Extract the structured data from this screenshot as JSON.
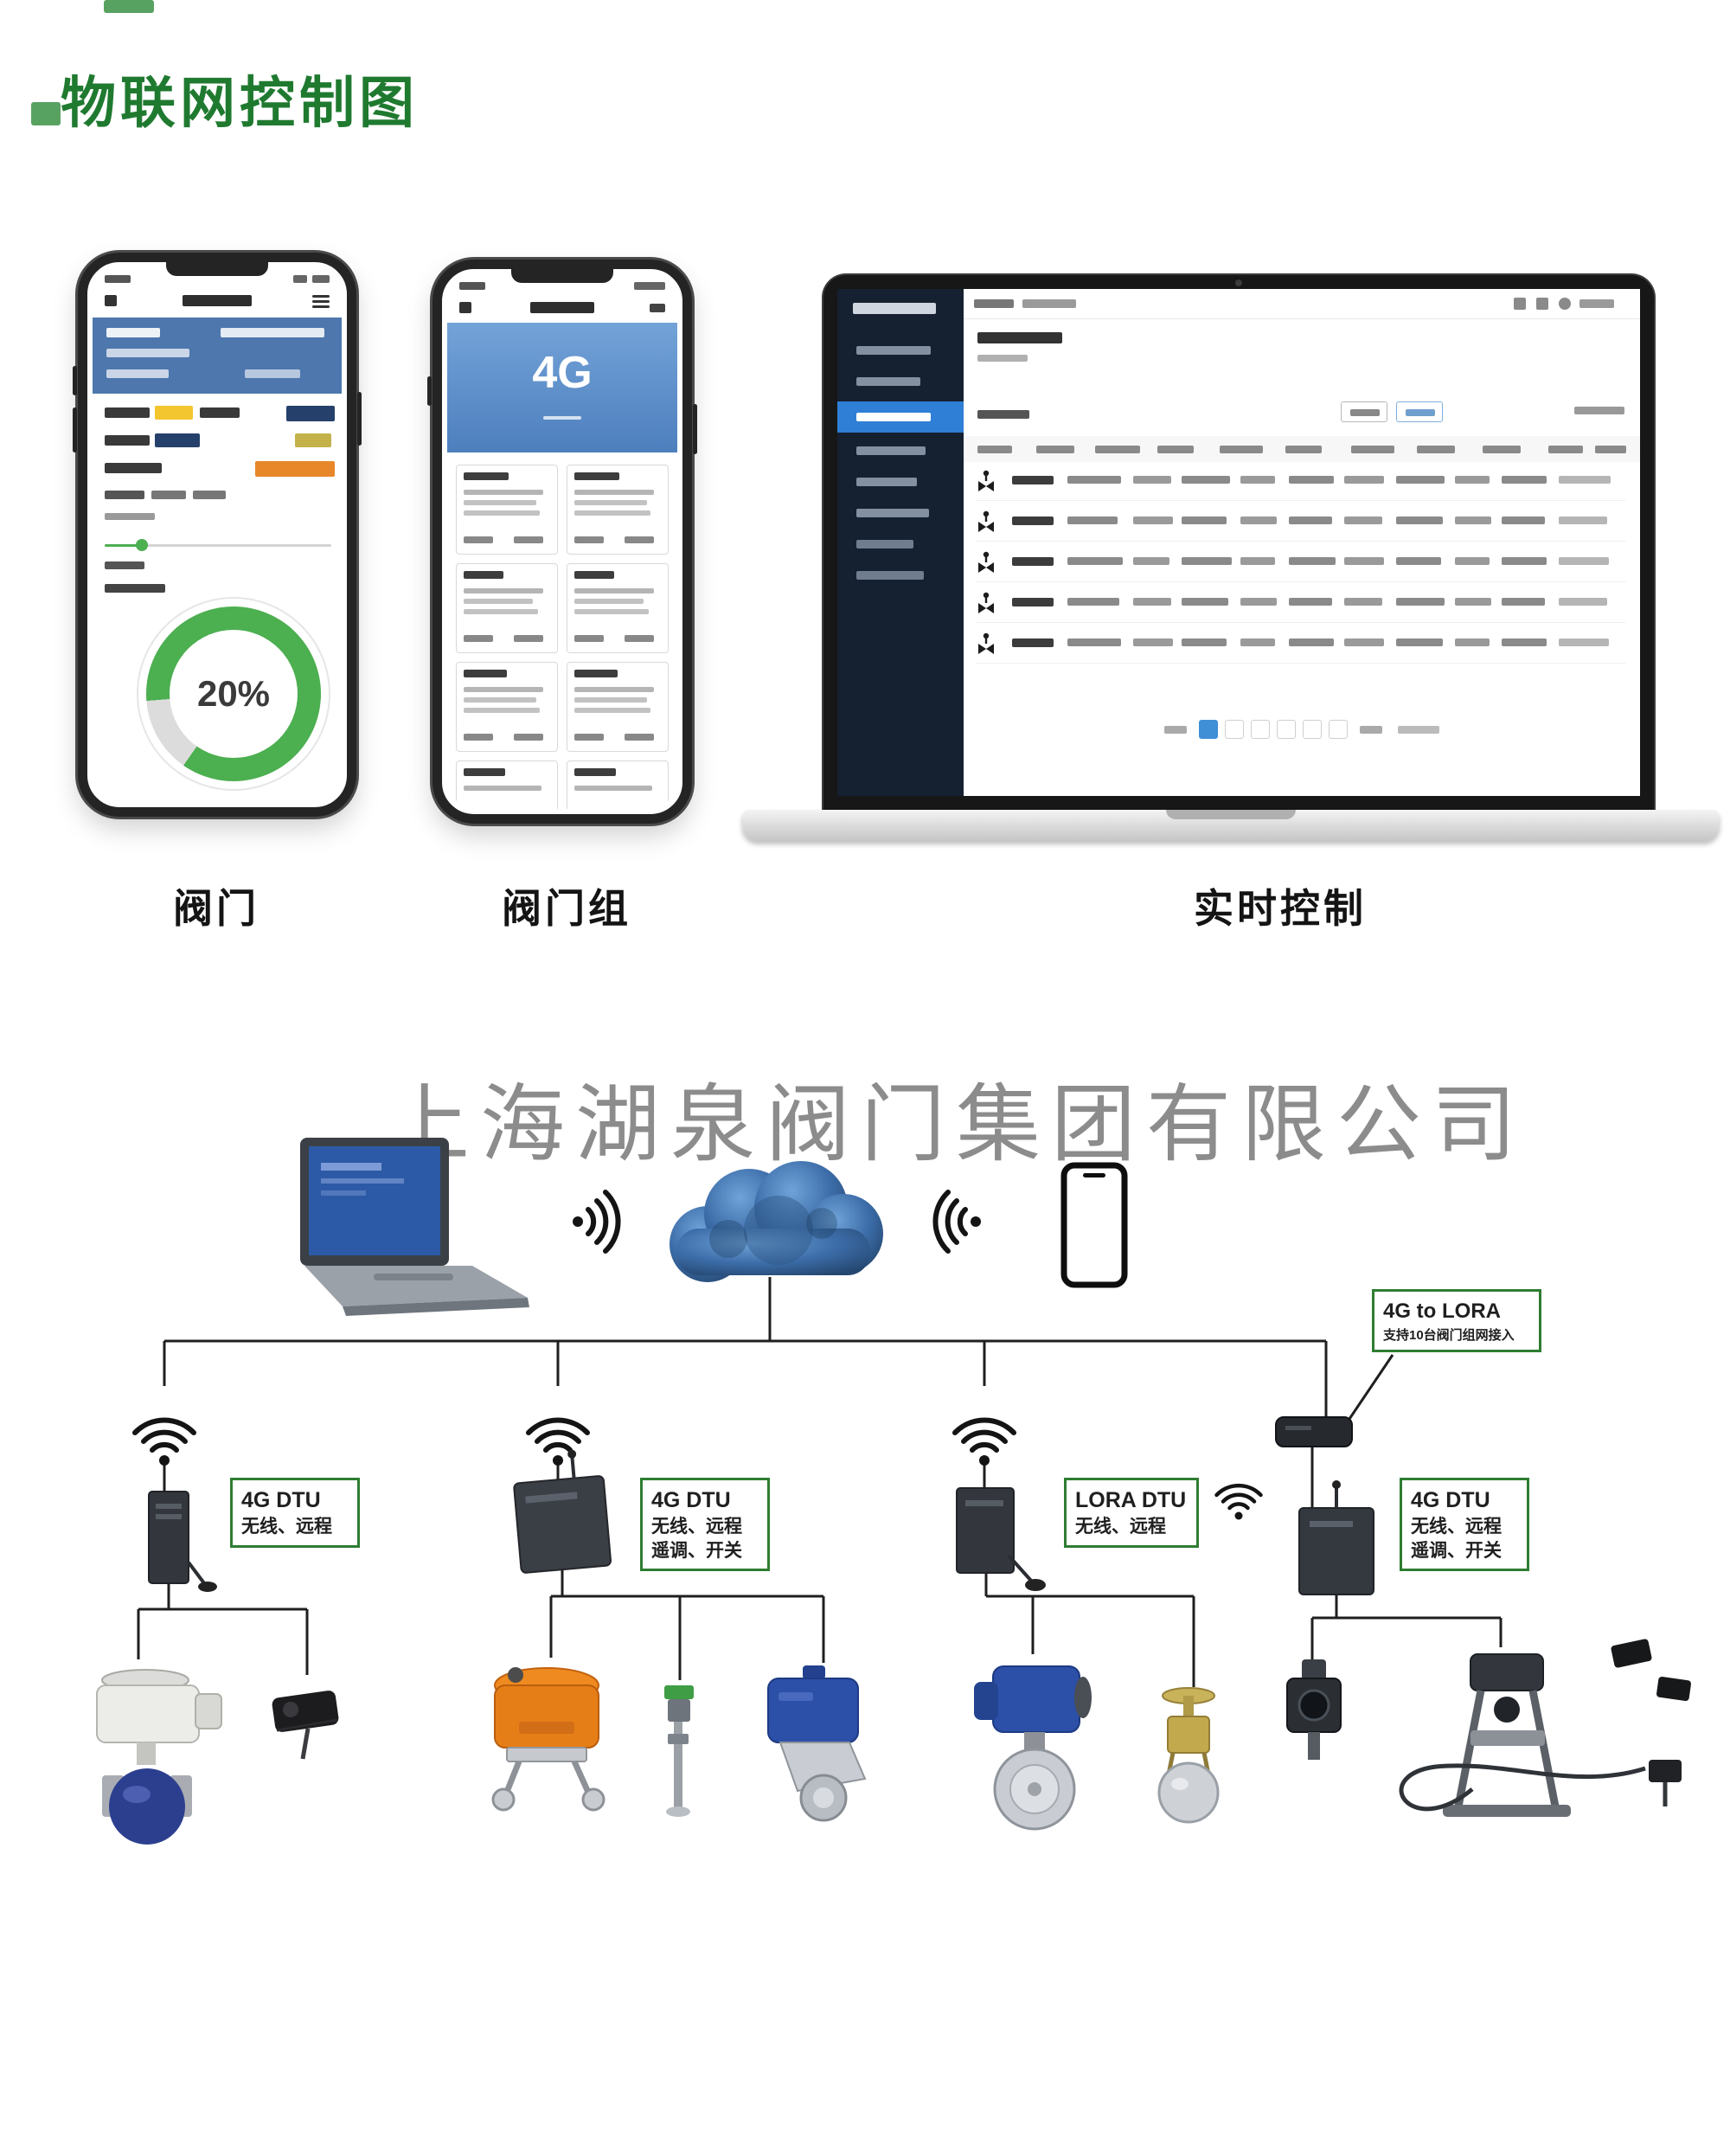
{
  "page": {
    "title": "物联网控制图",
    "watermark": "上海湖泉阀门集团有限公司"
  },
  "captions": {
    "phone1": "阀门",
    "phone2": "阀门组",
    "laptop": "实时控制"
  },
  "phone1": {
    "gauge_value": "20%"
  },
  "phone2": {
    "header_signal": "4G"
  },
  "dtu_labels": {
    "box1": {
      "title": "4G DTU",
      "line1": "无线、远程"
    },
    "box2": {
      "title": "4G DTU",
      "line1": "无线、远程",
      "line2": "遥调、开关"
    },
    "box3": {
      "title": "LORA DTU",
      "line1": "无线、远程"
    },
    "box4": {
      "title": "4G DTU",
      "line1": "无线、远程",
      "line2": "遥调、开关"
    }
  },
  "gateway_label": {
    "line1": "4G to LORA",
    "line2": "支持10台阀门组网接入"
  },
  "colors": {
    "accent_green": "#2e7d32",
    "gauge_green": "#4caf50",
    "header_blue": "#4d77ad",
    "highlight_blue": "#2f7fd6"
  }
}
